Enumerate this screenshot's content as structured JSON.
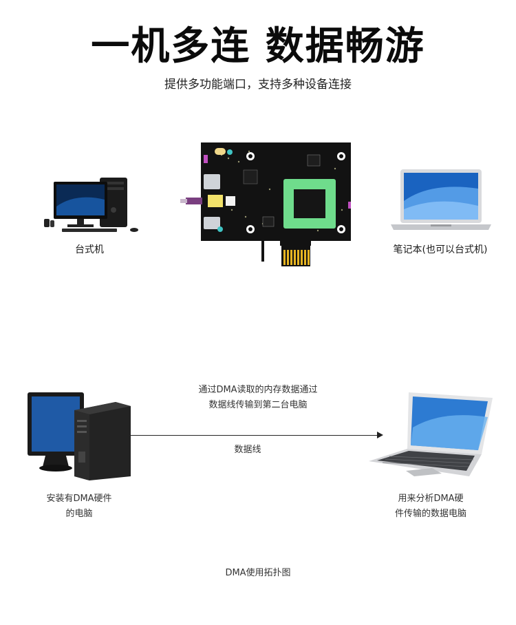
{
  "header": {
    "title": "一机多连 数据畅游",
    "subtitle": "提供多功能端口，支持多种设备连接"
  },
  "top_devices": {
    "desktop_label": "台式机",
    "laptop_label": "笔记本(也可以台式机)"
  },
  "topology": {
    "transfer_note_line1": "通过DMA读取的内存数据通过",
    "transfer_note_line2": "数据线传输到第二台电脑",
    "cable_label": "数据线",
    "source_label_line1": "安装有DMA硬件",
    "source_label_line2": "的电脑",
    "target_label_line1": "用来分析DMA硬",
    "target_label_line2": "件传输的数据电脑",
    "caption": "DMA使用拓扑图"
  },
  "colors": {
    "pcb": "#121212",
    "chip_green": "#6fdc8c",
    "monitor_blue": "#1f5aa6",
    "connector_gold": "#e6b422"
  }
}
